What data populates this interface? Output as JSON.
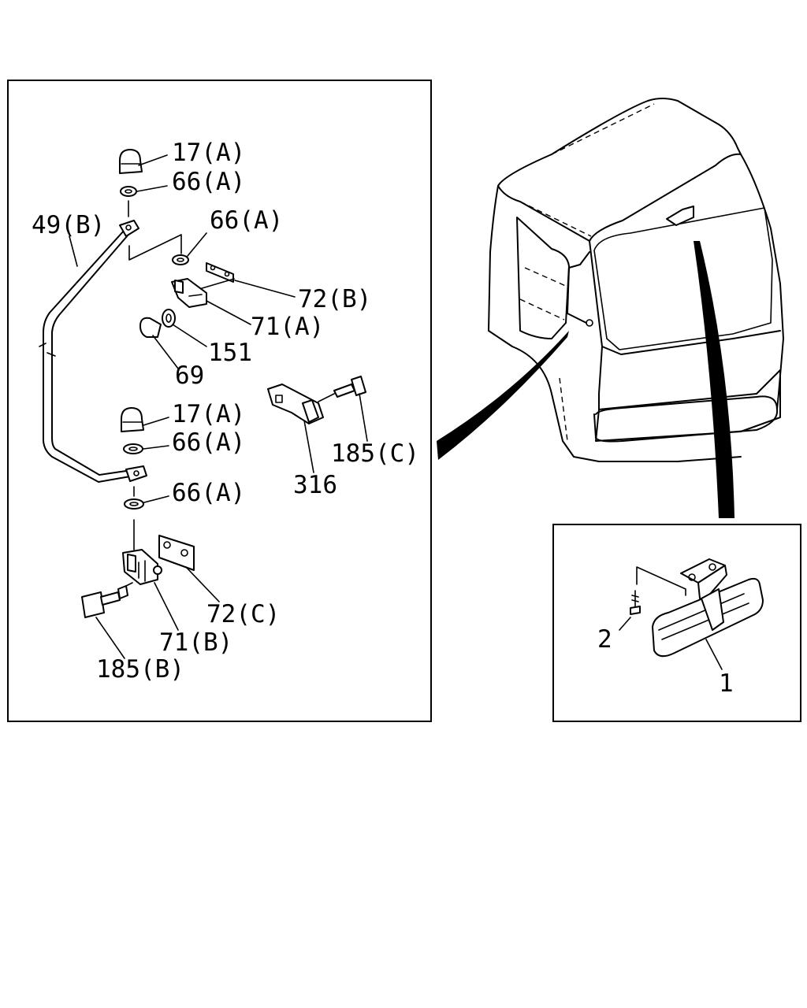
{
  "labels": {
    "p17a_top": "17(A)",
    "p66a_top": "66(A)",
    "p66a_upper": "66(A)",
    "p49b": "49(B)",
    "p72b": "72(B)",
    "p71a": "71(A)",
    "p151": "151",
    "p69": "69",
    "p17a_lower": "17(A)",
    "p66a_mid": "66(A)",
    "p66a_low": "66(A)",
    "p316": "316",
    "p185c": "185(C)",
    "p72c": "72(C)",
    "p71b": "71(B)",
    "p185b": "185(B)",
    "p2": "2",
    "p1": "1"
  }
}
